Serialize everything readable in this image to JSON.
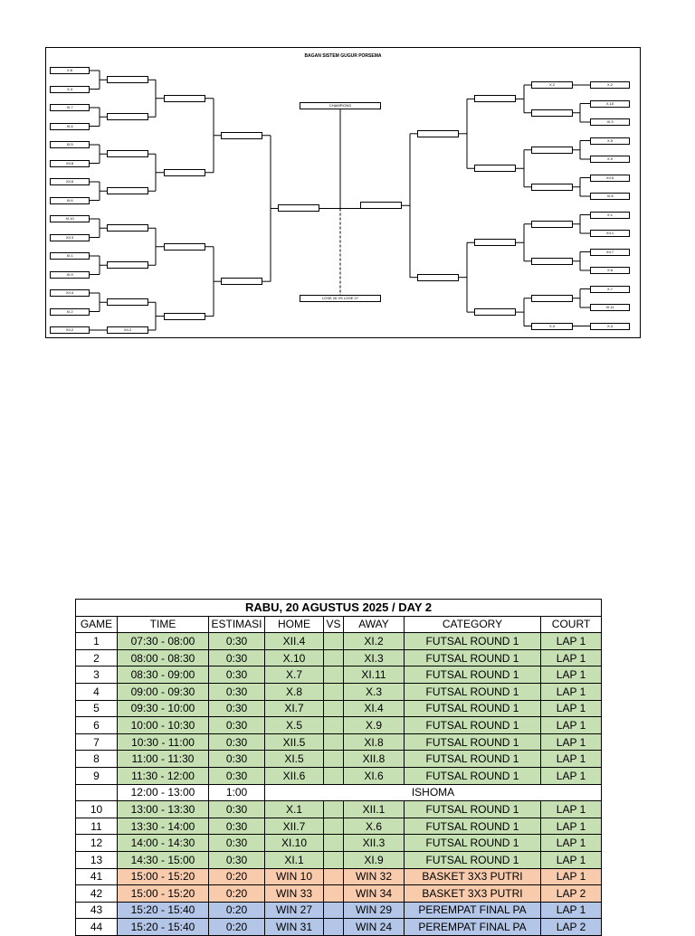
{
  "bracket": {
    "title": "BAGAN SISTEM GUGUR PORSEMA",
    "champion_label": "CHAMPIONS",
    "third_place_label": "LOSE 26 VS LOSE 27",
    "left_teams": [
      "X.8",
      "X.3",
      "XI.7",
      "XI.4",
      "XI.5",
      "XII.8",
      "XII.6",
      "XI.6",
      "XI.10",
      "XII.3",
      "XI.1",
      "XI.9",
      "XII.4",
      "XI.2",
      "XII.2"
    ],
    "left_bye_label": "XII.2",
    "right_teams": [
      "X.2",
      "X.10",
      "XI.3",
      "X.5",
      "X.9",
      "XII.5",
      "XI.8",
      "X.1",
      "XII.1",
      "XII.7",
      "X.6",
      "X.7",
      "XI.11",
      "X.4"
    ],
    "right_top_bye_label": "X.2",
    "right_bottom_bye_label": "X.4"
  },
  "schedule": {
    "title": "RABU, 20 AGUSTUS 2025 / DAY 2",
    "headers": [
      "GAME",
      "TIME",
      "ESTIMASI",
      "HOME",
      "VS",
      "AWAY",
      "CATEGORY",
      "COURT"
    ],
    "rows": [
      {
        "game": "1",
        "time": "07:30 - 08:00",
        "est": "0:30",
        "home": "XII.4",
        "vs": "",
        "away": "XI.2",
        "category": "FUTSAL ROUND 1",
        "court": "LAP 1",
        "color": "green"
      },
      {
        "game": "2",
        "time": "08:00 - 08:30",
        "est": "0:30",
        "home": "X.10",
        "vs": "",
        "away": "XI.3",
        "category": "FUTSAL ROUND 1",
        "court": "LAP 1",
        "color": "green"
      },
      {
        "game": "3",
        "time": "08:30 - 09:00",
        "est": "0:30",
        "home": "X.7",
        "vs": "",
        "away": "XI.11",
        "category": "FUTSAL ROUND 1",
        "court": "LAP 1",
        "color": "green"
      },
      {
        "game": "4",
        "time": "09:00 - 09:30",
        "est": "0:30",
        "home": "X.8",
        "vs": "",
        "away": "X.3",
        "category": "FUTSAL ROUND 1",
        "court": "LAP 1",
        "color": "green"
      },
      {
        "game": "5",
        "time": "09:30 - 10:00",
        "est": "0:30",
        "home": "XI.7",
        "vs": "",
        "away": "XI.4",
        "category": "FUTSAL ROUND 1",
        "court": "LAP 1",
        "color": "green"
      },
      {
        "game": "6",
        "time": "10:00 - 10:30",
        "est": "0:30",
        "home": "X.5",
        "vs": "",
        "away": "X.9",
        "category": "FUTSAL ROUND 1",
        "court": "LAP 1",
        "color": "green"
      },
      {
        "game": "7",
        "time": "10:30 - 11:00",
        "est": "0:30",
        "home": "XII.5",
        "vs": "",
        "away": "XI.8",
        "category": "FUTSAL ROUND 1",
        "court": "LAP 1",
        "color": "green"
      },
      {
        "game": "8",
        "time": "11:00 - 11:30",
        "est": "0:30",
        "home": "XI.5",
        "vs": "",
        "away": "XII.8",
        "category": "FUTSAL ROUND 1",
        "court": "LAP 1",
        "color": "green"
      },
      {
        "game": "9",
        "time": "11:30 - 12:00",
        "est": "0:30",
        "home": "XII.6",
        "vs": "",
        "away": "XI.6",
        "category": "FUTSAL ROUND 1",
        "court": "LAP 1",
        "color": "green"
      },
      {
        "game": "10",
        "time": "13:00 - 13:30",
        "est": "0:30",
        "home": "X.1",
        "vs": "",
        "away": "XII.1",
        "category": "FUTSAL ROUND 1",
        "court": "LAP 1",
        "color": "green"
      },
      {
        "game": "11",
        "time": "13:30 - 14:00",
        "est": "0:30",
        "home": "XII.7",
        "vs": "",
        "away": "X.6",
        "category": "FUTSAL ROUND 1",
        "court": "LAP 1",
        "color": "green"
      },
      {
        "game": "12",
        "time": "14:00 - 14:30",
        "est": "0:30",
        "home": "XI.10",
        "vs": "",
        "away": "XII.3",
        "category": "FUTSAL ROUND 1",
        "court": "LAP 1",
        "color": "green"
      },
      {
        "game": "13",
        "time": "14:30 - 15:00",
        "est": "0:30",
        "home": "XI.1",
        "vs": "",
        "away": "XI.9",
        "category": "FUTSAL ROUND 1",
        "court": "LAP 1",
        "color": "green"
      },
      {
        "game": "41",
        "time": "15:00 - 15:20",
        "est": "0:20",
        "home": "WIN 10",
        "vs": "",
        "away": "WIN 32",
        "category": "BASKET 3X3 PUTRI",
        "court": "LAP 1",
        "color": "orange"
      },
      {
        "game": "42",
        "time": "15:00 - 15:20",
        "est": "0:20",
        "home": "WIN 33",
        "vs": "",
        "away": "WIN 34",
        "category": "BASKET 3X3 PUTRI",
        "court": "LAP 2",
        "color": "orange"
      },
      {
        "game": "43",
        "time": "15:20 - 15:40",
        "est": "0:20",
        "home": "WIN 27",
        "vs": "",
        "away": "WIN 29",
        "category": "PEREMPAT FINAL PA",
        "court": "LAP 1",
        "color": "blue"
      },
      {
        "game": "44",
        "time": "15:20 - 15:40",
        "est": "0:20",
        "home": "WIN 31",
        "vs": "",
        "away": "WIN 24",
        "category": "PEREMPAT FINAL PA",
        "court": "LAP 2",
        "color": "blue"
      }
    ],
    "break_row": {
      "time": "12:00 - 13:00",
      "est": "1:00",
      "label": "ISHOMA"
    }
  }
}
